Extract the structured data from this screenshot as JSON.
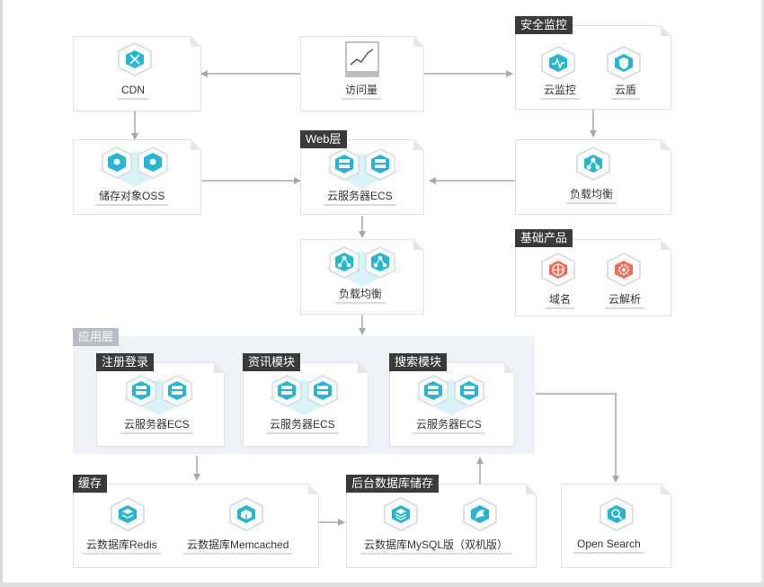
{
  "labels": {
    "cdn": "CDN",
    "visits": "访问量",
    "security_title": "安全监控",
    "cloud_monitor": "云监控",
    "cloud_shield": "云盾",
    "oss": "储存对象OSS",
    "web_title": "Web层",
    "web_ecs": "云服务器ECS",
    "slb_right": "负载均衡",
    "slb_center": "负载均衡",
    "base_title": "基础产品",
    "domain": "域名",
    "dns": "云解析",
    "app_title": "应用层",
    "login_title": "注册登录",
    "login_ecs": "云服务器ECS",
    "news_title": "资讯模块",
    "news_ecs": "云服务器ECS",
    "search_title": "搜索模块",
    "search_ecs": "云服务器ECS",
    "cache_title": "缓存",
    "redis": "云数据库Redis",
    "memcached": "云数据库Memcached",
    "db_title": "后台数据库储存",
    "mysql": "云数据库MySQL版（双机版）",
    "open_search": "Open Search"
  },
  "colors": {
    "accent_cyan": "#27b5d6",
    "accent_red": "#f06b57",
    "arrow": "#a8a8a8",
    "tag_dark": "#3a3a3a",
    "tag_light": "#b8bcc4"
  },
  "icons": {
    "cdn": "cdn-icon",
    "visits": "line-chart-icon",
    "monitor": "cloud-monitor-icon",
    "shield": "cloud-shield-icon",
    "oss": "oss-bucket-icon",
    "ecs": "server-icon",
    "slb": "load-balancer-icon",
    "domain": "globe-icon",
    "dns": "dns-gear-icon",
    "redis": "redis-icon",
    "memcached": "memcached-icon",
    "mysql": "mysql-icon",
    "opensearch": "search-icon"
  }
}
